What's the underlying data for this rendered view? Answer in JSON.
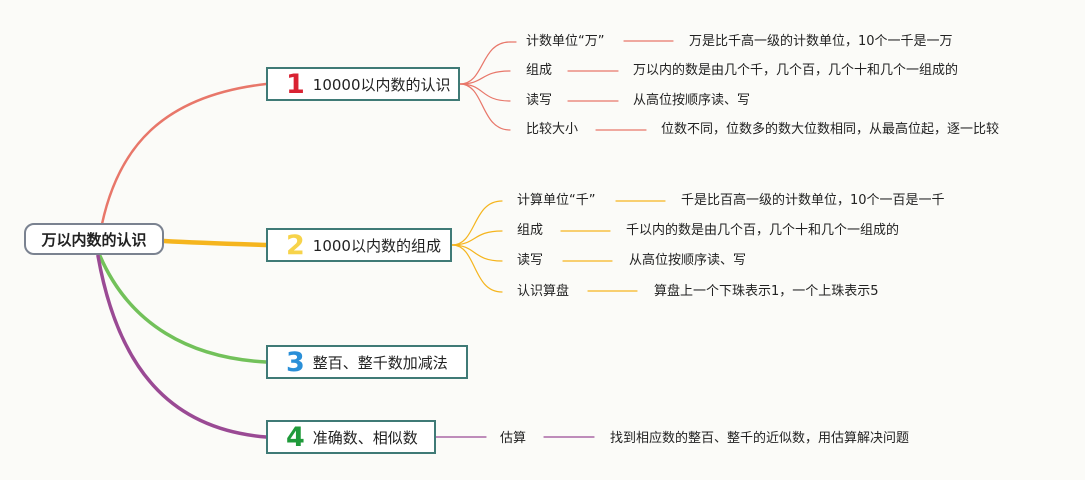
{
  "root": {
    "label": "万以内数的认识"
  },
  "colors": {
    "root_border": "#7a8290",
    "topic_border": "#3f7a76"
  },
  "topics": [
    {
      "number": "1",
      "label": "10000以内数的认识",
      "color": "#e8776a",
      "number_color": "#d92333",
      "children": [
        {
          "label": "计数单位“万”",
          "desc": "万是比千高一级的计数单位，10个一千是一万"
        },
        {
          "label": "组成",
          "desc": "万以内的数是由几个千，几个百，几个十和几个一组成的"
        },
        {
          "label": "读写",
          "desc": "从高位按顺序读、写"
        },
        {
          "label": "比较大小",
          "desc": "位数不同，位数多的数大位数相同，从最高位起，逐一比较"
        }
      ]
    },
    {
      "number": "2",
      "label": "1000以内数的组成",
      "color": "#f5b51e",
      "number_color": "#f7d34a",
      "children": [
        {
          "label": "计算单位“千”",
          "desc": "千是比百高一级的计数单位，10个一百是一千"
        },
        {
          "label": "组成",
          "desc": "千以内的数是由几个百，几个十和几个一组成的"
        },
        {
          "label": "读写",
          "desc": "从高位按顺序读、写"
        },
        {
          "label": "认识算盘",
          "desc": "算盘上一个下珠表示1，一个上珠表示5"
        }
      ]
    },
    {
      "number": "3",
      "label": "整百、整千数加减法",
      "color": "#72c15a",
      "number_color": "#2a8fd8",
      "children": []
    },
    {
      "number": "4",
      "label": "准确数、相似数",
      "color": "#9a4a94",
      "number_color": "#1f9a3a",
      "children": [
        {
          "label": "估算",
          "desc": "找到相应数的整百、整千的近似数，用估算解决问题"
        }
      ]
    }
  ]
}
